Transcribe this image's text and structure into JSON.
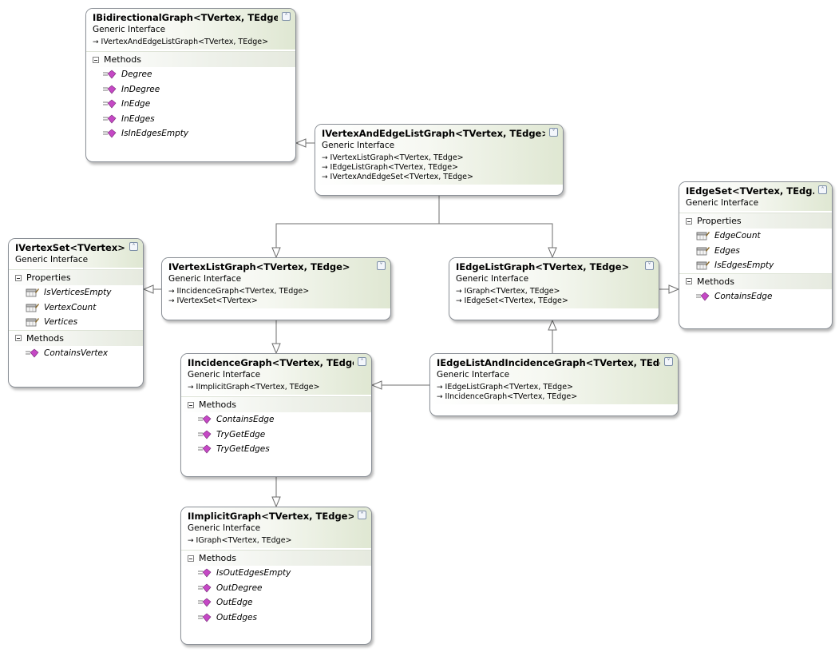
{
  "shapes": {
    "ibidirectional": {
      "title": "IBidirectionalGraph<TVertex, TEdge>",
      "kind": "Generic Interface",
      "inherits": [
        "IVertexAndEdgeListGraph<TVertex, TEdge>"
      ],
      "compartments": [
        {
          "label": "Methods",
          "members": [
            {
              "name": "Degree",
              "icon": "method-icon"
            },
            {
              "name": "InDegree",
              "icon": "method-icon"
            },
            {
              "name": "InEdge",
              "icon": "method-icon"
            },
            {
              "name": "InEdges",
              "icon": "method-icon"
            },
            {
              "name": "IsInEdgesEmpty",
              "icon": "method-icon"
            }
          ]
        }
      ]
    },
    "ivertexandedgelist": {
      "title": "IVertexAndEdgeListGraph<TVertex, TEdge>",
      "kind": "Generic Interface",
      "inherits": [
        "IVertexListGraph<TVertex, TEdge>",
        "IEdgeListGraph<TVertex, TEdge>",
        "IVertexAndEdgeSet<TVertex, TEdge>"
      ],
      "compartments": []
    },
    "iedgeset": {
      "title": "IEdgeSet<TVertex,  TEdg...",
      "kind": "Generic Interface",
      "inherits": [],
      "compartments": [
        {
          "label": "Properties",
          "members": [
            {
              "name": "EdgeCount",
              "icon": "property-icon"
            },
            {
              "name": "Edges",
              "icon": "property-icon"
            },
            {
              "name": "IsEdgesEmpty",
              "icon": "property-icon"
            }
          ]
        },
        {
          "label": "Methods",
          "members": [
            {
              "name": "ContainsEdge",
              "icon": "method-icon"
            }
          ]
        }
      ]
    },
    "ivertexset": {
      "title": "IVertexSet<TVertex>",
      "kind": "Generic Interface",
      "inherits": [],
      "compartments": [
        {
          "label": "Properties",
          "members": [
            {
              "name": "IsVerticesEmpty",
              "icon": "property-icon"
            },
            {
              "name": "VertexCount",
              "icon": "property-icon"
            },
            {
              "name": "Vertices",
              "icon": "property-icon"
            }
          ]
        },
        {
          "label": "Methods",
          "members": [
            {
              "name": "ContainsVertex",
              "icon": "method-icon"
            }
          ]
        }
      ]
    },
    "ivertexlist": {
      "title": "IVertexListGraph<TVertex, TEdge>",
      "kind": "Generic Interface",
      "inherits": [
        "IIncidenceGraph<TVertex, TEdge>",
        "IVertexSet<TVertex>"
      ],
      "compartments": []
    },
    "iedgelist": {
      "title": "IEdgeListGraph<TVertex, TEdge>",
      "kind": "Generic Interface",
      "inherits": [
        "IGraph<TVertex, TEdge>",
        "IEdgeSet<TVertex, TEdge>"
      ],
      "compartments": []
    },
    "iincidence": {
      "title": "IIncidenceGraph<TVertex, TEdge>",
      "kind": "Generic Interface",
      "inherits": [
        "IImplicitGraph<TVertex, TEdge>"
      ],
      "compartments": [
        {
          "label": "Methods",
          "members": [
            {
              "name": "ContainsEdge",
              "icon": "method-icon"
            },
            {
              "name": "TryGetEdge",
              "icon": "method-icon"
            },
            {
              "name": "TryGetEdges",
              "icon": "method-icon"
            }
          ]
        }
      ]
    },
    "iedgelistandincidence": {
      "title": "IEdgeListAndIncidenceGraph<TVertex, TEdge>",
      "kind": "Generic Interface",
      "inherits": [
        "IEdgeListGraph<TVertex, TEdge>",
        "IIncidenceGraph<TVertex, TEdge>"
      ],
      "compartments": []
    },
    "iimplicit": {
      "title": "IImplicitGraph<TVertex, TEdge>",
      "kind": "Generic Interface",
      "inherits": [
        "IGraph<TVertex, TEdge>"
      ],
      "compartments": [
        {
          "label": "Methods",
          "members": [
            {
              "name": "IsOutEdgesEmpty",
              "icon": "method-icon"
            },
            {
              "name": "OutDegree",
              "icon": "method-icon"
            },
            {
              "name": "OutEdge",
              "icon": "method-icon"
            },
            {
              "name": "OutEdges",
              "icon": "method-icon"
            }
          ]
        }
      ]
    }
  },
  "colors": {
    "connector": "#6e6e6e",
    "border": "#8a8f96",
    "header_gradient_end": "#dfe7d2",
    "method_icon": "#c548c5",
    "property_icon": "#8a6a2a"
  }
}
